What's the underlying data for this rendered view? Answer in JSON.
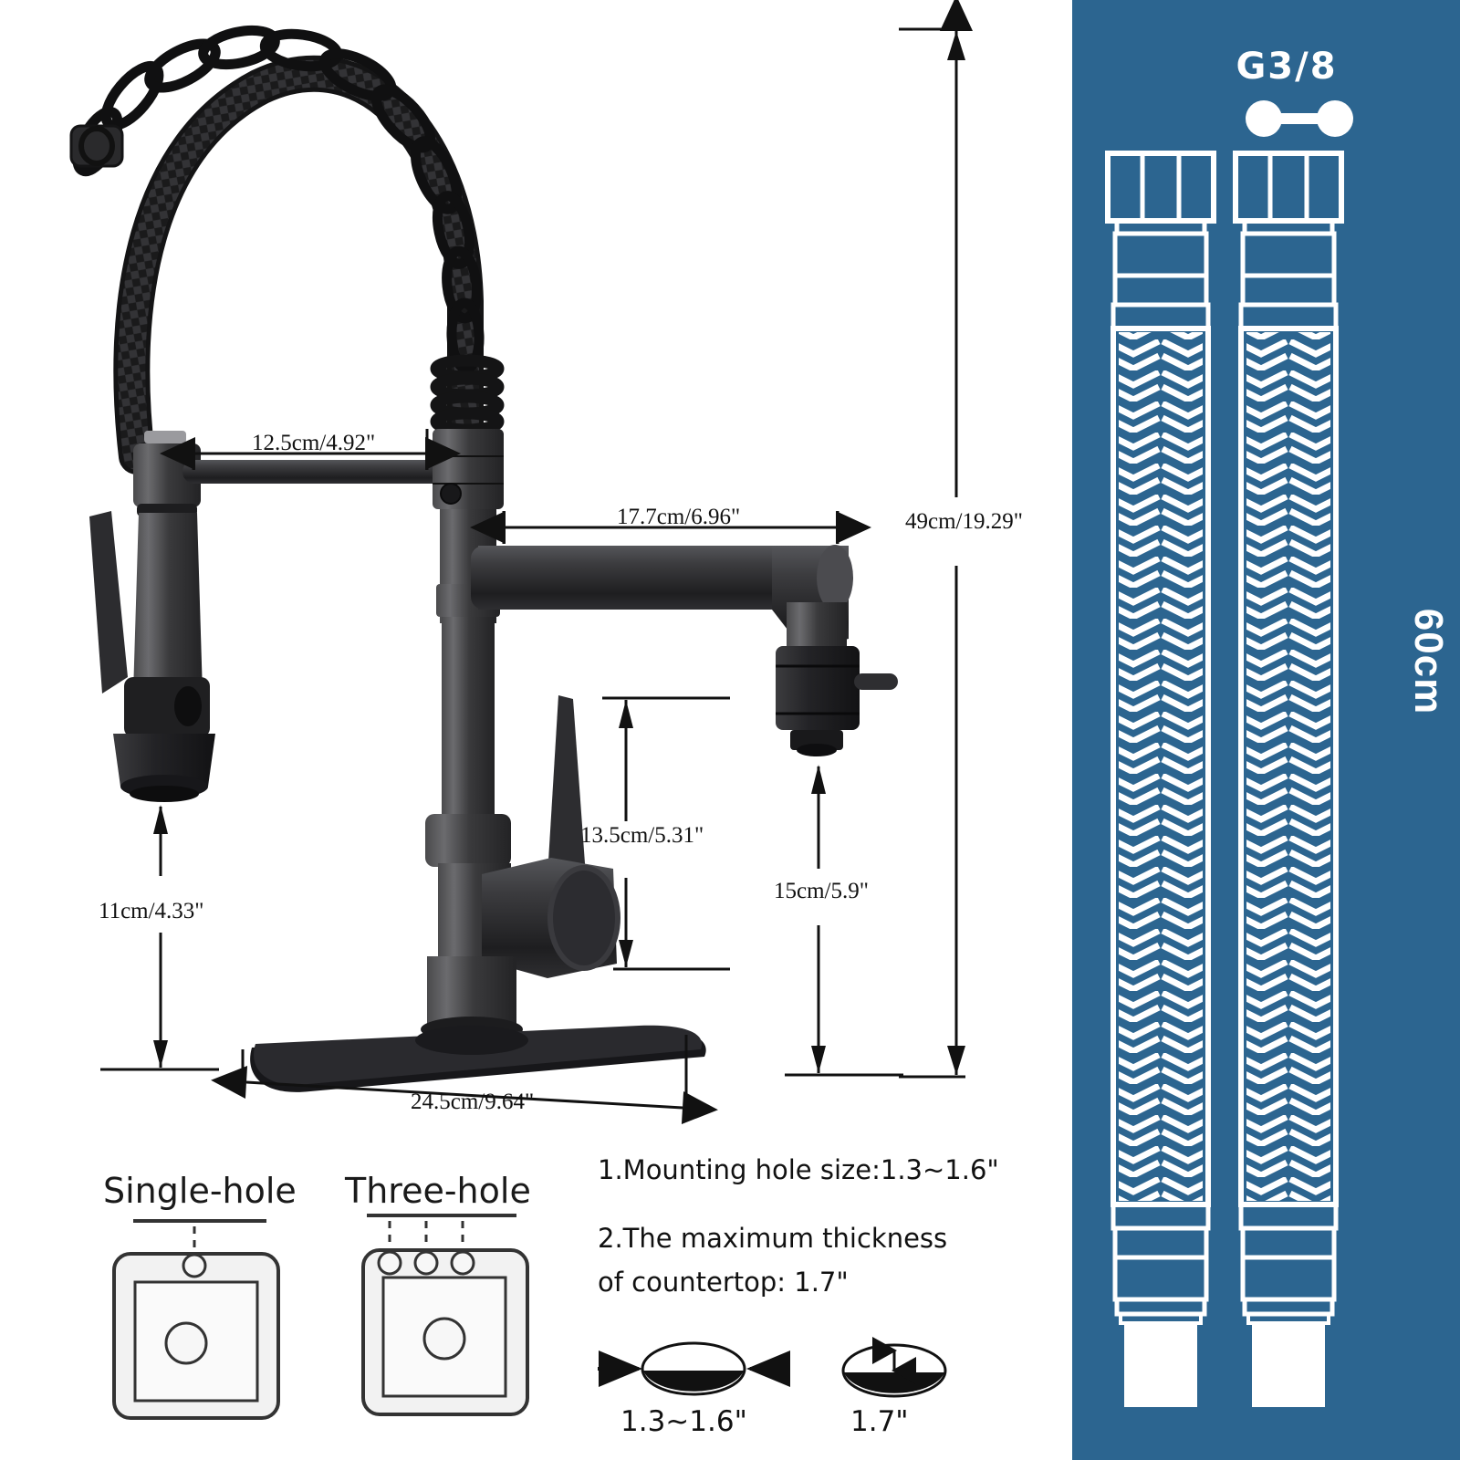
{
  "dimensions": {
    "reach_upper": "12.5cm/4.92\"",
    "spout_reach": "17.7cm/6.96\"",
    "total_height": "49cm/19.29\"",
    "handle_height": "13.5cm/5.31\"",
    "spout_clearance": "15cm/5.9\"",
    "sprayer_drop": "11cm/4.33\"",
    "deck_plate_width": "24.5cm/9.64\""
  },
  "hose_panel": {
    "thread_label": "G3/8",
    "length_label": "60cm"
  },
  "mounting": {
    "single_hole_label": "Single-hole",
    "three_hole_label": "Three-hole"
  },
  "notes": {
    "note1": "1.Mounting hole size:1.3~1.6\"",
    "note2_line1": "2.The maximum thickness",
    "note2_line2": "of countertop: 1.7\""
  },
  "hole_specs": {
    "diameter_label": "1.3~1.6\"",
    "thickness_label": "1.7\""
  },
  "colors": {
    "panel_blue": "#2C6590",
    "faucet_black": "#2b2b2b",
    "line_black": "#111111"
  }
}
